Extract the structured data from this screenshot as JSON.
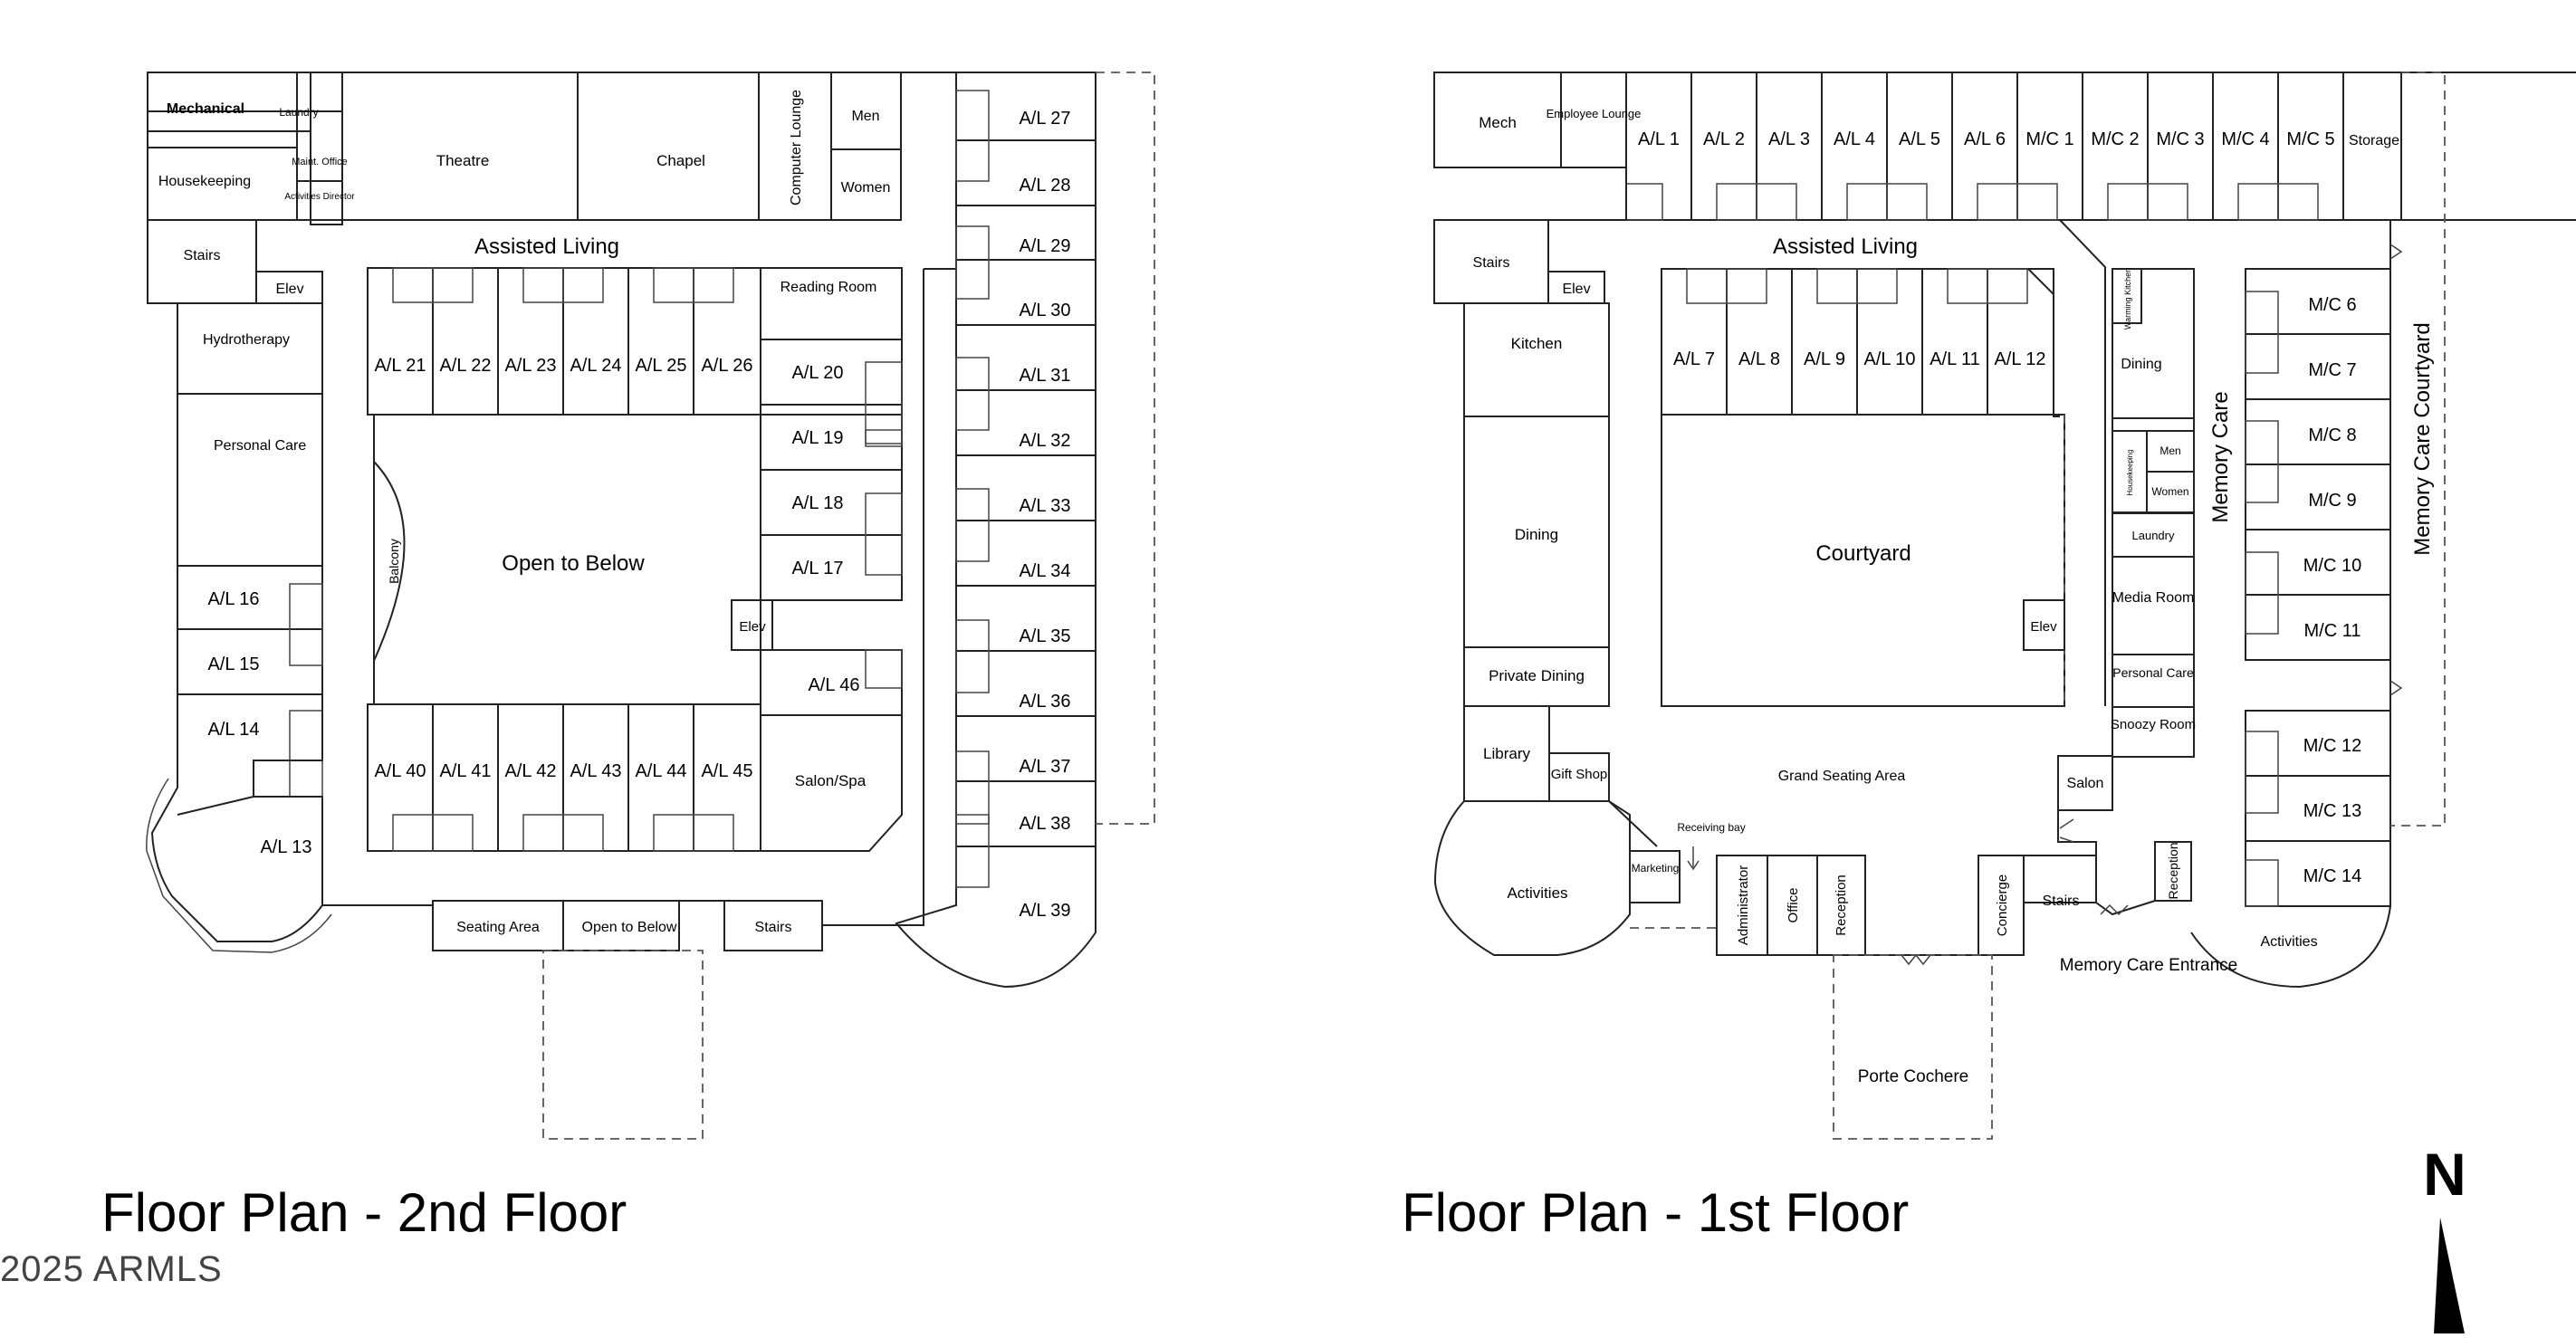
{
  "second_floor": {
    "title": "Floor Plan - 2nd Floor",
    "labels": {
      "mechanical": "Mechanical",
      "laundry": "Laundry",
      "housekeeping": "Housekeeping",
      "maint_office": "Maint. Office",
      "activities_director": "Activities Director",
      "theatre": "Theatre",
      "chapel": "Chapel",
      "computer_lounge": "Computer Lounge",
      "men": "Men",
      "women": "Women",
      "stairs_top": "Stairs",
      "elev_left": "Elev",
      "assisted_living": "Assisted Living",
      "hydrotherapy": "Hydrotherapy",
      "personal_care": "Personal Care",
      "reading_room": "Reading Room",
      "balcony": "Balcony",
      "open_to_below_center": "Open to Below",
      "elev_center": "Elev",
      "salon_spa": "Salon/Spa",
      "seating_area": "Seating Area",
      "open_to_below_bottom": "Open to Below",
      "stairs_bottom": "Stairs"
    },
    "units": {
      "u21": "A/L 21",
      "u22": "A/L 22",
      "u23": "A/L 23",
      "u24": "A/L 24",
      "u25": "A/L 25",
      "u26": "A/L 26",
      "u20": "A/L 20",
      "u19": "A/L 19",
      "u18": "A/L 18",
      "u17": "A/L 17",
      "u46": "A/L 46",
      "u16": "A/L 16",
      "u15": "A/L 15",
      "u14": "A/L 14",
      "u13": "A/L 13",
      "u40": "A/L 40",
      "u41": "A/L 41",
      "u42": "A/L 42",
      "u43": "A/L 43",
      "u44": "A/L 44",
      "u45": "A/L 45",
      "u27": "A/L 27",
      "u28": "A/L 28",
      "u29": "A/L 29",
      "u30": "A/L 30",
      "u31": "A/L 31",
      "u32": "A/L 32",
      "u33": "A/L 33",
      "u34": "A/L 34",
      "u35": "A/L 35",
      "u36": "A/L 36",
      "u37": "A/L 37",
      "u38": "A/L 38",
      "u39": "A/L 39"
    }
  },
  "first_floor": {
    "title": "Floor Plan - 1st Floor",
    "labels": {
      "mech": "Mech",
      "employee_lounge": "Employee Lounge",
      "storage": "Storage",
      "stairs_top": "Stairs",
      "elev_left": "Elev",
      "assisted_living": "Assisted Living",
      "kitchen": "Kitchen",
      "dining": "Dining",
      "private_dining": "Private Dining",
      "library": "Library",
      "gift_shop": "Gift Shop",
      "activities_left": "Activities",
      "marketing": "Marketing",
      "receiving_bay": "Receiving bay",
      "administrator": "Administrator",
      "office": "Office",
      "reception_left": "Reception",
      "courtyard": "Courtyard",
      "elev_center": "Elev",
      "grand_seating_area": "Grand Seating Area",
      "concierge": "Concierge",
      "stairs_bottom": "Stairs",
      "porte_cochere": "Porte Cochere",
      "warming_kitchen": "Warming Kitchen",
      "mc_dining": "Dining",
      "housekeeping": "Housekeeping",
      "men": "Men",
      "women": "Women",
      "laundry": "Laundry",
      "media_room": "Media Room",
      "personal_care": "Personal Care",
      "snoozy_room": "Snoozy Room",
      "salon": "Salon",
      "reception_right": "Reception",
      "memory_care": "Memory Care",
      "memory_care_courtyard": "Memory Care Courtyard",
      "memory_care_entrance": "Memory Care Entrance",
      "activities_right": "Activities"
    },
    "units": {
      "al1": "A/L 1",
      "al2": "A/L 2",
      "al3": "A/L 3",
      "al4": "A/L 4",
      "al5": "A/L 5",
      "al6": "A/L 6",
      "mc1": "M/C 1",
      "mc2": "M/C 2",
      "mc3": "M/C 3",
      "mc4": "M/C 4",
      "mc5": "M/C 5",
      "al7": "A/L 7",
      "al8": "A/L 8",
      "al9": "A/L 9",
      "al10": "A/L 10",
      "al11": "A/L 11",
      "al12": "A/L 12",
      "mc6": "M/C 6",
      "mc7": "M/C 7",
      "mc8": "M/C 8",
      "mc9": "M/C 9",
      "mc10": "M/C 10",
      "mc11": "M/C 11",
      "mc12": "M/C 12",
      "mc13": "M/C 13",
      "mc14": "M/C 14"
    }
  },
  "north_arrow": {
    "label": "N"
  },
  "copyright": "2025 ARMLS"
}
